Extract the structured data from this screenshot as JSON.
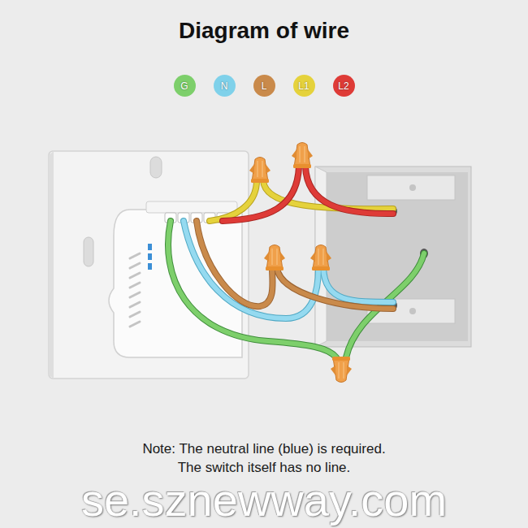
{
  "diagram": {
    "title": "Diagram of wire",
    "labels": [
      "Note: The neutral line (blue) is required.",
      "The switch itself has no line.",
      "se.sznewway.com"
    ],
    "legend": [
      {
        "text": "G",
        "color": "#7dcf6b"
      },
      {
        "text": "N",
        "color": "#7fd1ea"
      },
      {
        "text": "L",
        "color": "#c98a4b"
      },
      {
        "text": "L1",
        "color": "#e5d23c"
      },
      {
        "text": "L2",
        "color": "#de3b37"
      }
    ]
  }
}
